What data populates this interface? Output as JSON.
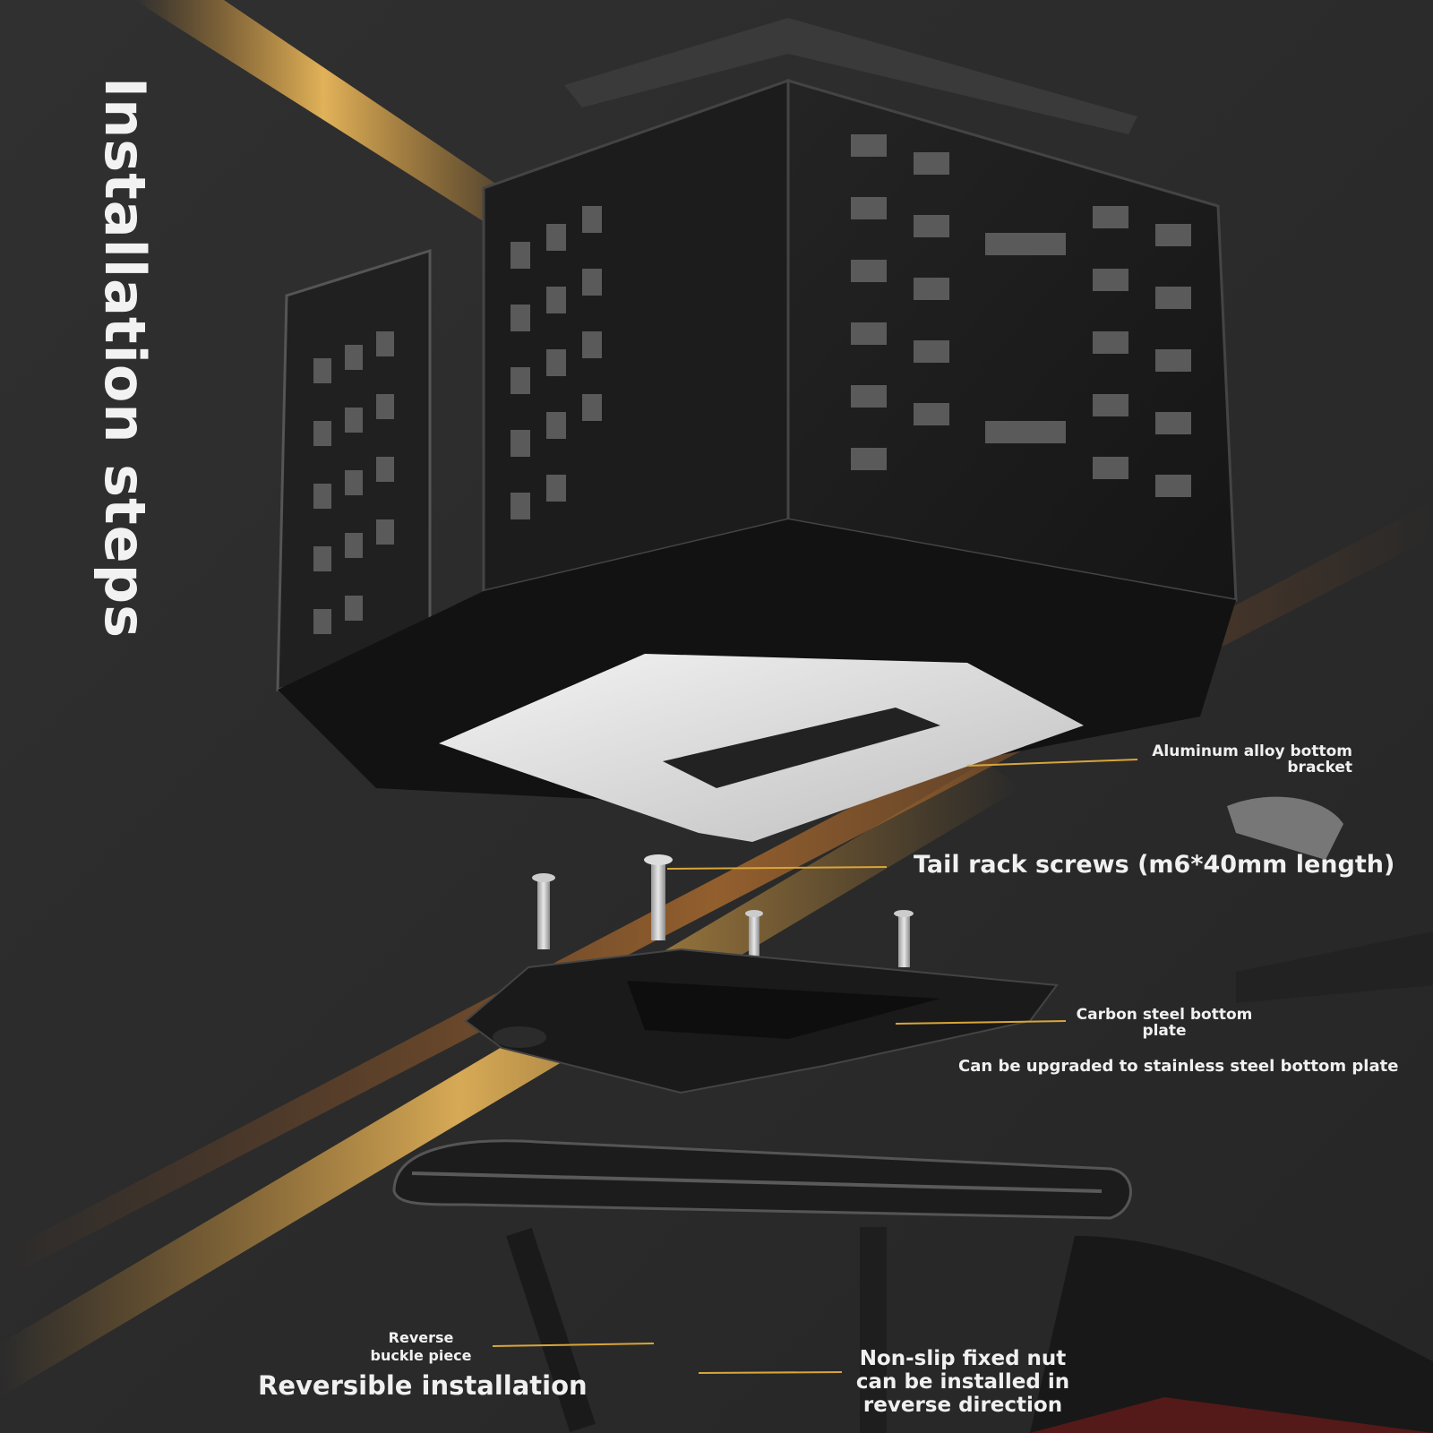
{
  "title": "Installation steps",
  "labels": {
    "aluminum_bracket": "Aluminum alloy bottom\nbracket",
    "tail_rack_screws": "Tail rack screws (m6*40mm length)",
    "carbon_plate": "Carbon steel bottom\nplate",
    "upgrade_note": "Can be upgraded to stainless steel bottom plate",
    "reverse_buckle": "Reverse\nbuckle piece",
    "reversible_installation": "Reversible installation",
    "non_slip_nut": "Non-slip fixed nut\ncan be installed in\nreverse direction"
  },
  "colors": {
    "background": "#2b2b2b",
    "leader_line": "#d8a53a",
    "light_streak": "#f0a030",
    "text": "#f0f0f0"
  }
}
